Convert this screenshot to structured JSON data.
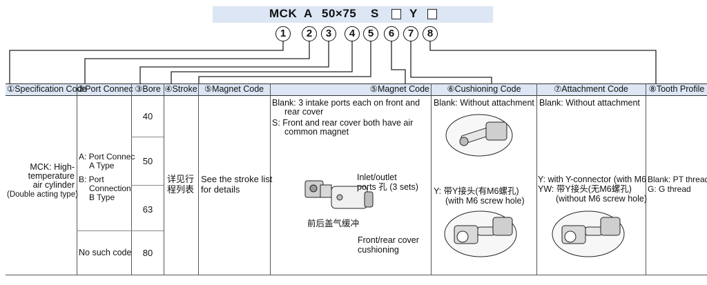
{
  "code": {
    "parts": [
      "MCK",
      "A",
      "50×75",
      "S",
      "Y"
    ],
    "markers": [
      "1",
      "2",
      "3",
      "4",
      "5",
      "6",
      "7",
      "8"
    ]
  },
  "headers": {
    "spec": "①Specification Code",
    "port": "②Port Connec",
    "bore": "③Bore",
    "stroke": "④Stroke",
    "magnet_a": "⑤Magnet Code",
    "magnet_b": "⑤Magnet Code",
    "cushion": "⑥Cushioning Code",
    "attach": "⑦Attachment Code",
    "tooth": "⑧Tooth Profile"
  },
  "spec": {
    "line1": "MCK: High-",
    "line2": "temperature",
    "line3": "air cylinder",
    "line4": "(Double acting type)"
  },
  "port": {
    "a1": "A: Port Connec",
    "a2": "A Type",
    "b1": "B: Port",
    "b2": "Connection",
    "b3": "B Type",
    "none": "No such code"
  },
  "bore": {
    "values": [
      "40",
      "50",
      "63",
      "80"
    ]
  },
  "stroke": {
    "l1": "详见行",
    "l2": "程列表"
  },
  "stroke_en": {
    "l1": "See the stroke list",
    "l2": "for details"
  },
  "magnet": {
    "blank1": "Blank: 3 intake ports each on front and",
    "blank2": "rear cover",
    "s1": "S: Front and rear cover both have air",
    "s2": "common magnet",
    "inlet1": "Inlet/outlet",
    "inlet2": "ports 孔 (3 sets)",
    "cn": "前后盖气缓冲",
    "front1": "Front/rear cover",
    "front2": "cushioning"
  },
  "cushion": {
    "blank": "Blank: Without attachment",
    "y1": "Y: 带Y接头(有M6螺孔)",
    "y2": "(with M6 screw hole)"
  },
  "attach": {
    "blank": "Blank: Without attachment",
    "y1": "Y: with Y-connector (with M6",
    "yw1": "YW: 带Y接头(无M6螺孔)",
    "yw2": "(without M6 screw hole)"
  },
  "tooth": {
    "blank": "Blank: PT thread",
    "g": "G: G thread"
  }
}
